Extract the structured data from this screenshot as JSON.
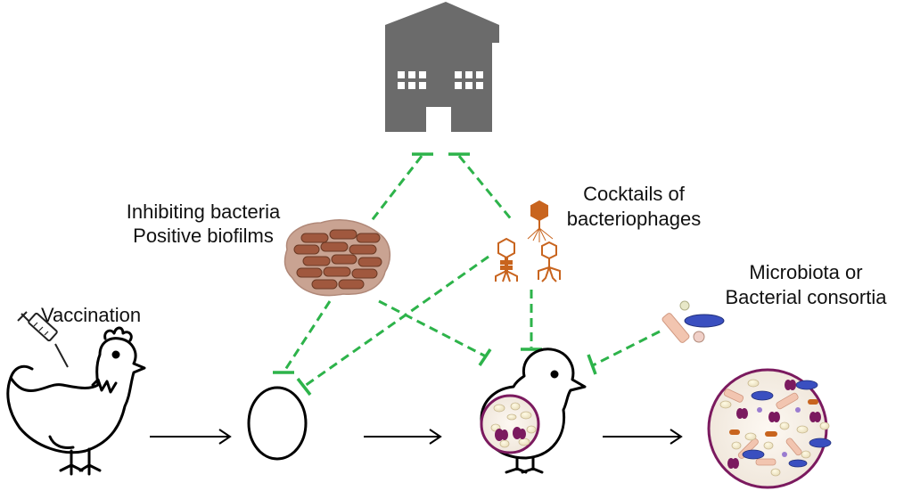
{
  "labels": {
    "biofilm_line1": "Inhibiting bacteria",
    "biofilm_line2": "Positive biofilms",
    "phage_line1": "Cocktails of",
    "phage_line2": "bacteriophages",
    "microbiota_line1": "Microbiota or",
    "microbiota_line2": "Bacterial consortia",
    "vaccination": "Vaccination"
  },
  "icons": {
    "building": "farm-building-icon",
    "biofilm": "biofilm-icon",
    "phage": "bacteriophage-icon",
    "consortia": "bacterial-consortia-icon",
    "syringe": "syringe-icon",
    "hen": "hen-icon",
    "egg": "egg-icon",
    "chick": "chick-icon",
    "gut": "gut-microbiota-icon"
  },
  "colors": {
    "inhibition_line": "#2db34a",
    "building": "#6b6b6b",
    "phage": "#c8641e",
    "biofilm": "#a0583e",
    "gut_ring": "#7b1a5f"
  }
}
